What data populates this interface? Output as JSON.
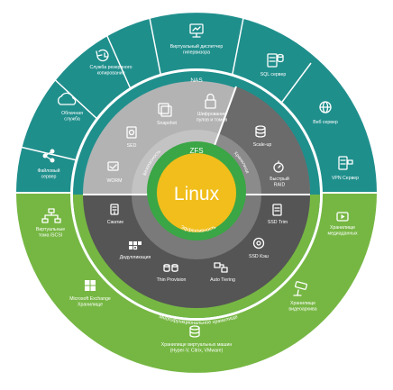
{
  "center": {
    "label": "Linux",
    "fs": "ZFS"
  },
  "colors": {
    "teal": "#1f8f8c",
    "green": "#76b743",
    "light_gray": "#b3b3b3",
    "dark_gray": "#555555",
    "lime_ring": "#3aa645",
    "center_yellow": "#f1be1b"
  },
  "outer_top": {
    "label": "NAS",
    "items": [
      {
        "label": "Файловый сервер",
        "icon": "share-icon"
      },
      {
        "label": "Облачная служба",
        "icon": "cloud-icon"
      },
      {
        "label": "Служба резервного копирования",
        "icon": "backup-icon"
      },
      {
        "label": "Виртуальный диспетчер гипервизора",
        "icon": "monitor-icon"
      },
      {
        "label": "SQL сервер",
        "icon": "database-server-icon"
      },
      {
        "label": "Веб сервер",
        "icon": "globe-icon"
      },
      {
        "label": "VPN Сервер",
        "icon": "vpn-server-icon"
      }
    ]
  },
  "outer_bottom": {
    "label": "Многофункциональное хранилище",
    "items": [
      {
        "label": "Виртуальные тома iSCSI",
        "icon": "network-icon"
      },
      {
        "label": "Microsoft Exchange Хранилище",
        "icon": "windows-icon"
      },
      {
        "label": "Хранилище виртуальных машин (Hyper-V, Citrix, VMware)",
        "icon": "vm-storage-icon"
      },
      {
        "label": "Хранилище видеоархива",
        "icon": "camera-icon"
      },
      {
        "label": "Хранилище медиаданных",
        "icon": "play-icon"
      }
    ]
  },
  "inner_top": {
    "security_label": "Безопасность",
    "storage_label": "Хранилище",
    "items": [
      {
        "label": "WORM",
        "icon": "worm-icon"
      },
      {
        "label": "SED",
        "icon": "sed-icon"
      },
      {
        "label": "Snapshot",
        "icon": "snapshot-icon"
      },
      {
        "label": "Шифрование пулов и томов",
        "icon": "lock-icon"
      },
      {
        "label": "Scale-up",
        "icon": "scale-up-icon"
      },
      {
        "label": "Быстрый RAID",
        "icon": "stopwatch-icon"
      }
    ]
  },
  "inner_bottom": {
    "label": "Эффективность",
    "items": [
      {
        "label": "Сжатие",
        "icon": "compress-icon"
      },
      {
        "label": "Дедупликация",
        "icon": "dedup-icon"
      },
      {
        "label": "Thin Provision",
        "icon": "thin-provision-icon"
      },
      {
        "label": "Auto Tiering",
        "icon": "tiering-icon"
      },
      {
        "label": "SSD Кэш",
        "icon": "ssd-cache-icon"
      },
      {
        "label": "SSD Trim",
        "icon": "ssd-trim-icon"
      }
    ]
  }
}
